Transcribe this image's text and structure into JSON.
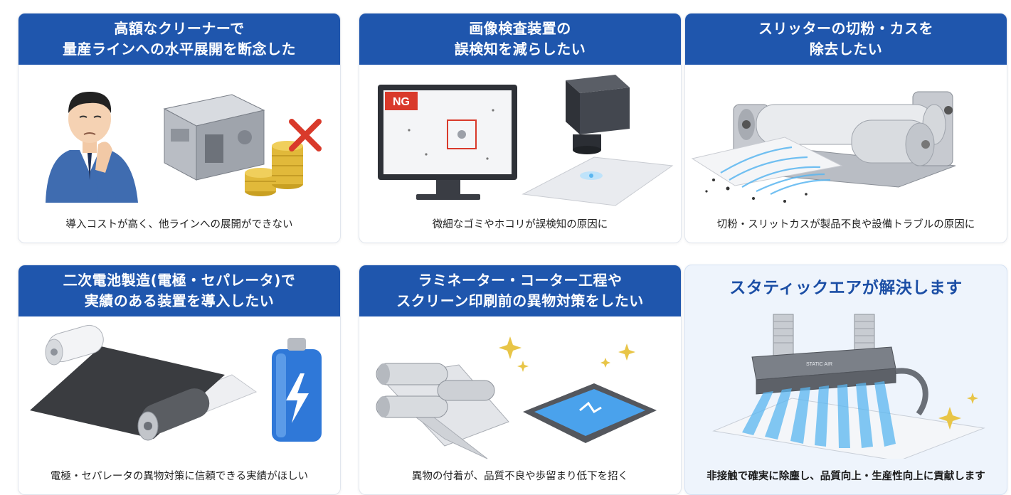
{
  "cards": [
    {
      "title_1": "高額なクリーナーで",
      "title_2": "量産ラインへの水平展開を断念した",
      "caption": "導入コストが高く、他ラインへの展開ができない"
    },
    {
      "title_1": "画像検査装置の",
      "title_2": "誤検知を減らしたい",
      "caption": "微細なゴミやホコリが誤検知の原因に",
      "badge": "NG"
    },
    {
      "title_1": "スリッターの切粉・カスを",
      "title_2": "除去したい",
      "caption": "切粉・スリットカスが製品不良や設備トラブルの原因に"
    },
    {
      "title_1": "二次電池製造(電極・セパレータ)で",
      "title_2": "実績のある装置を導入したい",
      "caption": "電極・セパレータの異物対策に信頼できる実績がほしい"
    },
    {
      "title_1": "ラミネーター・コーター工程や",
      "title_2": "スクリーン印刷前の異物対策をしたい",
      "caption": "異物の付着が、品質不良や歩留まり低下を招く"
    },
    {
      "title_1": "スタティックエアが解決します",
      "caption": "非接触で確実に除塵し、品質向上・生産性向上に貢献します",
      "device_label": "STATIC AIR"
    }
  ],
  "colors": {
    "header_blue": "#1f56ad",
    "solution_bg": "#eef4fc",
    "solution_text": "#1b4ea5",
    "ng_red": "#d93a2b",
    "air_blue": "#5ab6f0"
  },
  "icons": [
    "worried-worker-icon",
    "cleaner-machine-icon",
    "coins-icon",
    "cross-icon",
    "monitor-icon",
    "camera-icon",
    "slitter-machine-icon",
    "roll-icon",
    "battery-icon",
    "laminator-icon",
    "screen-frame-icon",
    "static-air-bar-icon",
    "sparkle-icon"
  ]
}
